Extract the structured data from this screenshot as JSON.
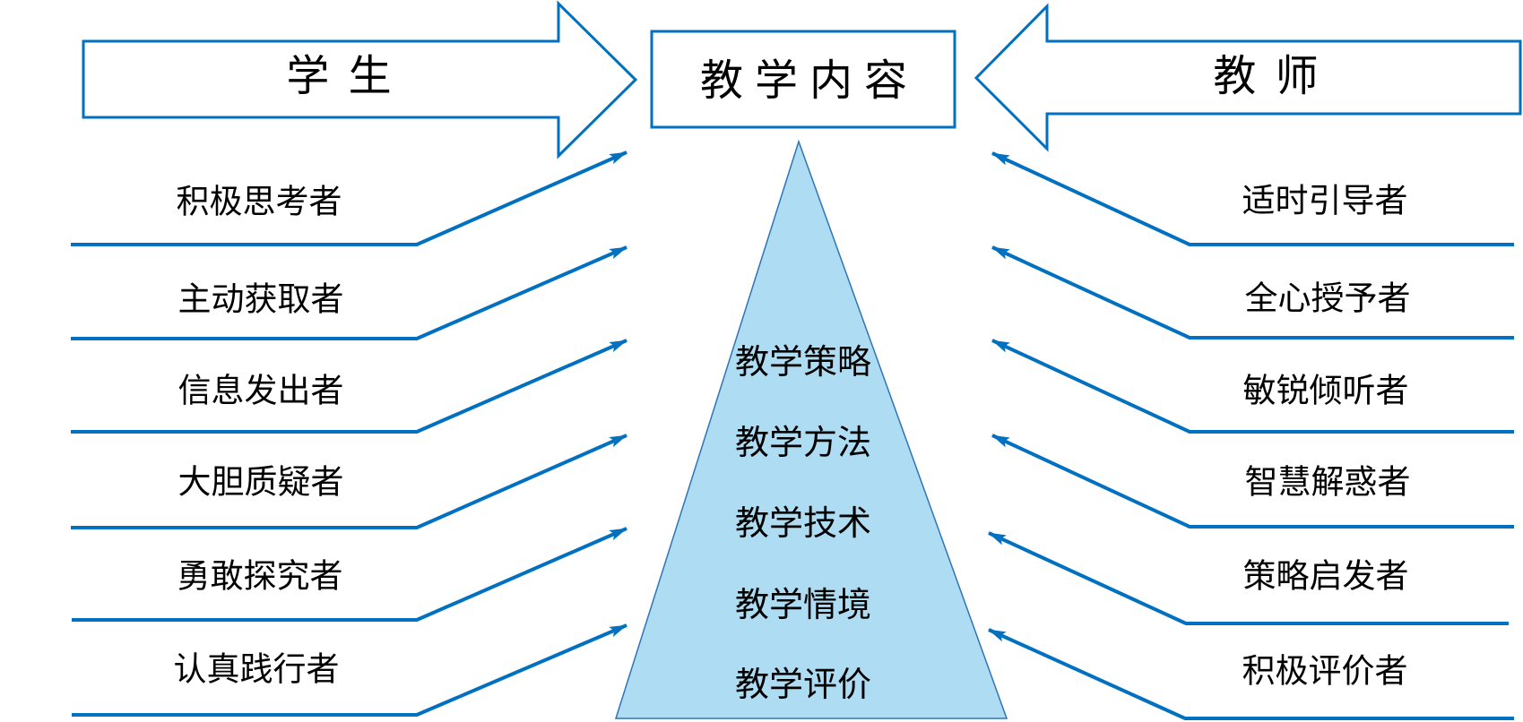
{
  "center_box": {
    "label": "教学内容"
  },
  "student_arrow": {
    "label": "学 生"
  },
  "teacher_arrow": {
    "label": "教 师"
  },
  "content_pyramid": {
    "items": [
      "教学策略",
      "教学方法",
      "教学技术",
      "教学情境",
      "教学评价"
    ]
  },
  "student_roles": [
    "积极思考者",
    "主动获取者",
    "信息发出者",
    "大胆质疑者",
    "勇敢探究者",
    "认真践行者"
  ],
  "teacher_roles": [
    "适时引导者",
    "全心授予者",
    "敏锐倾听者",
    "智慧解惑者",
    "策略启发者",
    "积极评价者"
  ],
  "colors": {
    "accent": "#0070C0",
    "pyramid_fill": "#ADDCF3",
    "pyramid_border": "#2E75B6",
    "text": "#000000",
    "background": "#FFFFFF"
  }
}
